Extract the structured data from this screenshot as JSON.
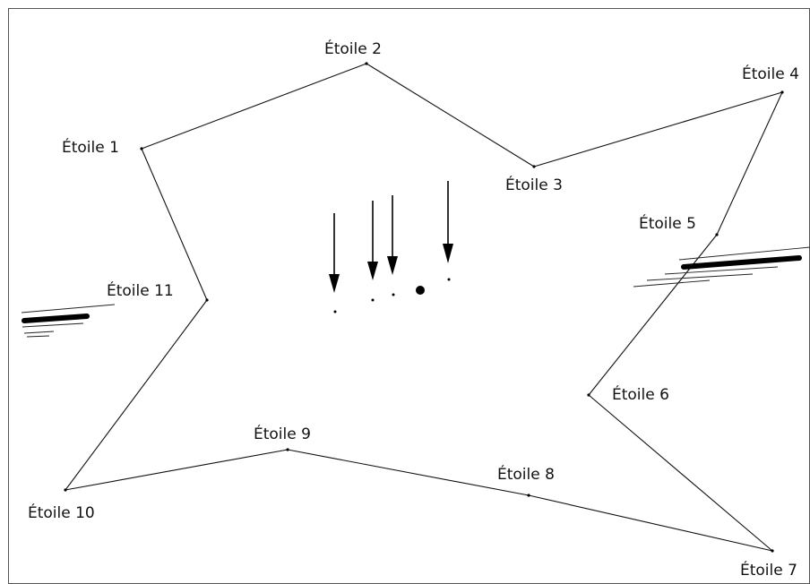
{
  "stars": [
    {
      "id": "etoile-1",
      "label": "Étoile 1"
    },
    {
      "id": "etoile-2",
      "label": "Étoile 2"
    },
    {
      "id": "etoile-3",
      "label": "Étoile 3"
    },
    {
      "id": "etoile-4",
      "label": "Étoile 4"
    },
    {
      "id": "etoile-5",
      "label": "Étoile 5"
    },
    {
      "id": "etoile-6",
      "label": "Étoile 6"
    },
    {
      "id": "etoile-7",
      "label": "Étoile 7"
    },
    {
      "id": "etoile-8",
      "label": "Étoile 8"
    },
    {
      "id": "etoile-9",
      "label": "Étoile 9"
    },
    {
      "id": "etoile-10",
      "label": "Étoile 10"
    },
    {
      "id": "etoile-11",
      "label": "Étoile 11"
    }
  ],
  "colors": {
    "background": "#ffffff",
    "line": "#111111",
    "ink": "#000000"
  }
}
